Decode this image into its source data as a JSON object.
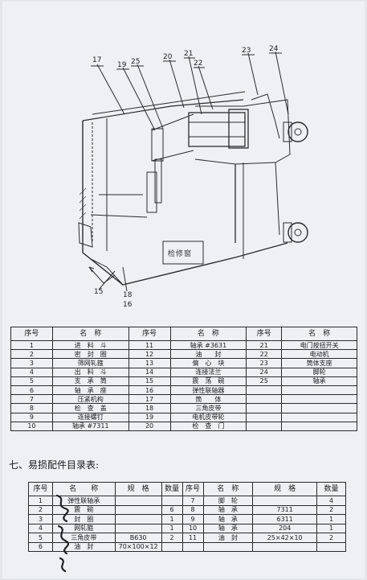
{
  "drawing": {
    "callouts": [
      "17",
      "18",
      "19",
      "20",
      "21",
      "22",
      "23",
      "24",
      "25",
      "15",
      "16"
    ],
    "stamp_text": "检修窗"
  },
  "parts_table": {
    "headers": [
      "序号",
      "名　称",
      "序号",
      "名　称",
      "序号",
      "名　称"
    ],
    "rows": [
      [
        "1",
        "进　料　斗",
        "11",
        "轴承 #3631",
        "21",
        "电门按扭开关"
      ],
      [
        "2",
        "密　封　圈",
        "12",
        "油　　封",
        "22",
        "电动机"
      ],
      [
        "3",
        "筛网轧箍",
        "13",
        "偏　心　块",
        "23",
        "筒体支座"
      ],
      [
        "4",
        "出　料　斗",
        "14",
        "连接法兰",
        "24",
        "脚轮"
      ],
      [
        "5",
        "支　承　筒",
        "15",
        "震　荡　碗",
        "25",
        "轴承"
      ],
      [
        "6",
        "轴　承　座",
        "16",
        "弹性联轴器",
        "",
        ""
      ],
      [
        "7",
        "压紧机构",
        "17",
        "筒　　体",
        "",
        ""
      ],
      [
        "8",
        "检　查　盖",
        "18",
        "三角皮带",
        "",
        ""
      ],
      [
        "9",
        "连接螺钉",
        "19",
        "电机皮带轮",
        "",
        ""
      ],
      [
        "10",
        "轴承 #7311",
        "20",
        "检　查　门",
        "",
        ""
      ]
    ]
  },
  "wear_title": "七、易损配件目录表:",
  "wear_table": {
    "headers": [
      "序号",
      "名　　称",
      "规　格",
      "数量",
      "序号",
      "名　称",
      "规　格",
      "数量"
    ],
    "rows": [
      [
        "1",
        "弹性联轴承",
        "",
        "",
        "7",
        "脚　轮",
        "",
        "4"
      ],
      [
        "2",
        "震　碗",
        "",
        "6",
        "8",
        "轴　承",
        "7311",
        "2"
      ],
      [
        "3",
        "封　圈",
        "",
        "1",
        "9",
        "轴　承",
        "6311",
        "1"
      ],
      [
        "4",
        "网轧箍",
        "",
        "1",
        "10",
        "轴　承",
        "204",
        "1"
      ],
      [
        "5",
        "三角皮带",
        "B630",
        "2",
        "11",
        "油　封",
        "25×42×10",
        "2"
      ],
      [
        "6",
        "油　封",
        "70×100×12",
        "",
        "",
        "",
        "",
        ""
      ]
    ]
  }
}
